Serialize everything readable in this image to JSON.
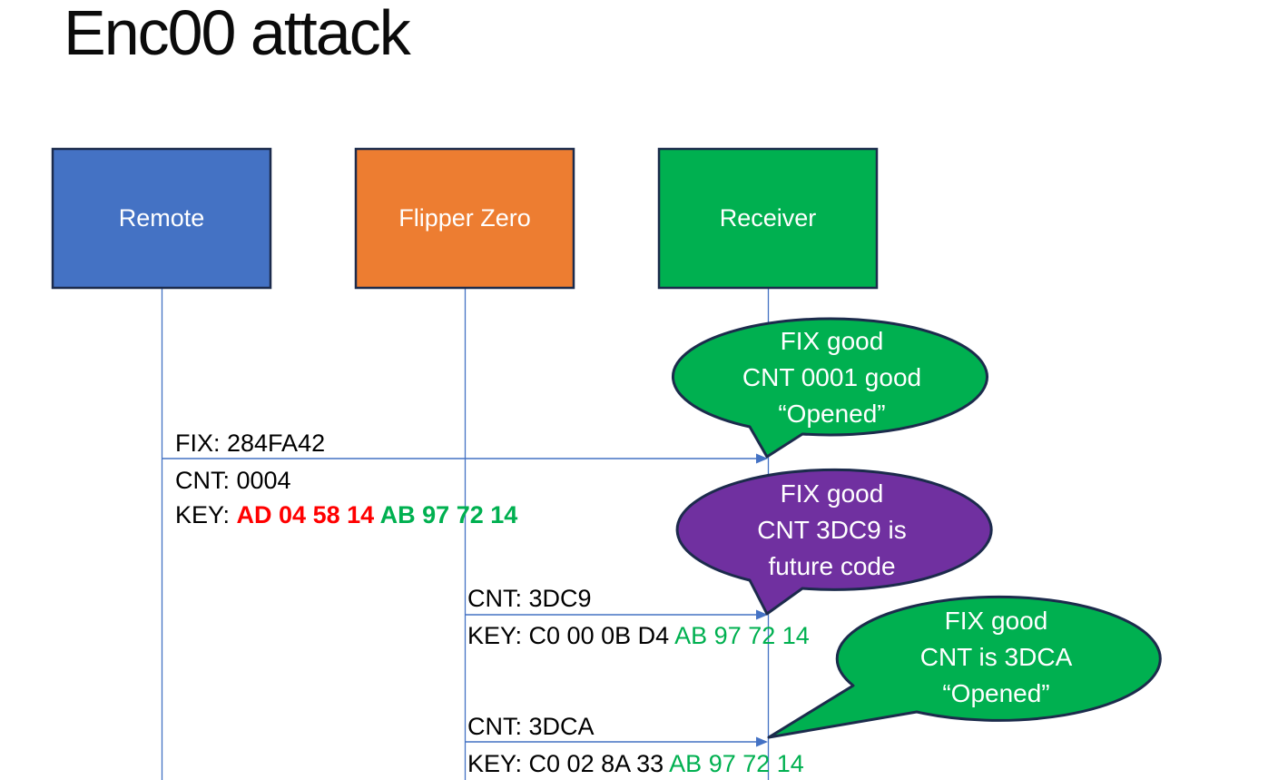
{
  "title": "Enc00 attack",
  "actors": [
    {
      "label": "Remote",
      "fill": "#4472C4"
    },
    {
      "label": "Flipper Zero",
      "fill": "#ED7D31"
    },
    {
      "label": "Receiver",
      "fill": "#00B050"
    }
  ],
  "transmissions": {
    "remote_to_receiver": {
      "fix": "FIX: 284FA42",
      "cnt": "CNT: 0004",
      "key_label": "KEY: ",
      "key_red": "AD 04 58 14 ",
      "key_green": "AB 97 72 14"
    },
    "flipper_replay_1": {
      "cnt": "CNT: 3DC9",
      "key_label": "KEY: C0 00 0B D4 ",
      "key_green": "AB 97 72 14"
    },
    "flipper_replay_2": {
      "cnt": "CNT: 3DCA",
      "key_label": "KEY: C0 02 8A 33 ",
      "key_green": "AB 97 72 14"
    }
  },
  "callouts": [
    {
      "fill": "#00B050",
      "lines": [
        "FIX good",
        "CNT 0001 good",
        "“Opened”"
      ]
    },
    {
      "fill": "#7030A0",
      "lines": [
        "FIX good",
        "CNT 3DC9 is",
        "future code"
      ]
    },
    {
      "fill": "#00B050",
      "lines": [
        "FIX good",
        "CNT is 3DCA",
        "“Opened”"
      ]
    }
  ],
  "colors": {
    "connector": "#4472C4",
    "shape_border": "#1C2B4C",
    "red_hex": "#FF0000",
    "green_hex": "#00B050"
  }
}
